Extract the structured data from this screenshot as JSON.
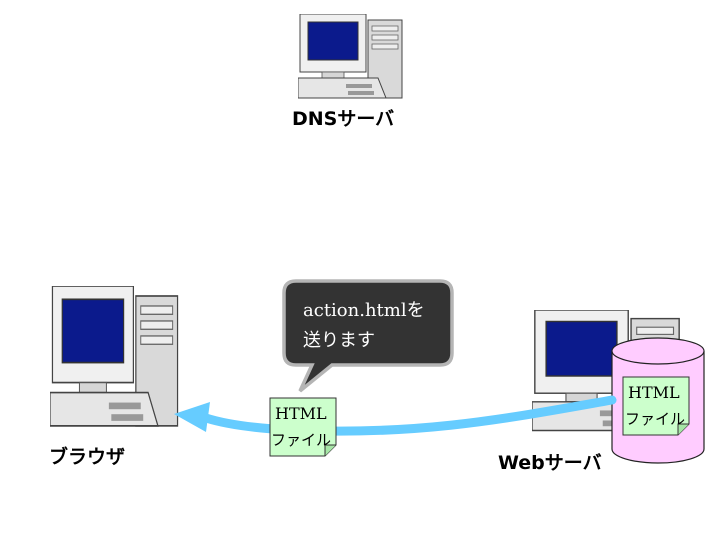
{
  "nodes": {
    "dns_server": {
      "label": "DNSサーバ"
    },
    "browser": {
      "label": "ブラウザ"
    },
    "web_server": {
      "label": "Webサーバ"
    }
  },
  "files": {
    "transit_file": {
      "line1": "HTML",
      "line2": "ファイル"
    },
    "stored_file": {
      "line1": "HTML",
      "line2": "ファイル"
    }
  },
  "callout": {
    "line1": "action.htmlを",
    "line2": "送ります"
  },
  "colors": {
    "monitor_screen": "#0b1a8c",
    "computer_body": "#e6e6e6",
    "arrow": "#66ccff",
    "file_fill": "#ccffcc",
    "database_fill": "#ffccff",
    "callout_fill": "#333333"
  }
}
